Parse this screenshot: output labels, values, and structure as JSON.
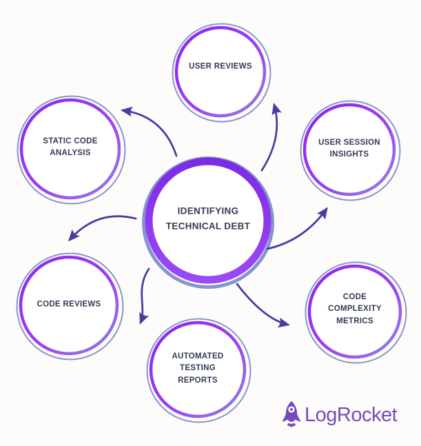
{
  "title": "Identifying Technical Debt diagram",
  "background": "#FDFCFA",
  "colors": {
    "accent_purple": "#8B2FF0",
    "ring_periwinkle": "#8D86E2",
    "ring_slate": "#8494CF",
    "arrow_indigo": "#4B3C9F",
    "label_text": "#333A55",
    "logo_purple": "#764ABC",
    "circle_fill": "#FFFFFF"
  },
  "center": {
    "id": "identifying-technical-debt",
    "label": "IDENTIFYING TECHNICAL DEBT"
  },
  "nodes": [
    {
      "id": "user-reviews",
      "label": "USER REVIEWS"
    },
    {
      "id": "user-session-insights",
      "label": "USER SESSION INSIGHTS"
    },
    {
      "id": "code-complexity-metrics",
      "label": "CODE COMPLEXITY METRICS"
    },
    {
      "id": "automated-testing-reports",
      "label": "AUTOMATED TESTING REPORTS"
    },
    {
      "id": "code-reviews",
      "label": "CODE REVIEWS"
    },
    {
      "id": "static-code-analysis",
      "label": "STATIC CODE ANALYSIS"
    }
  ],
  "edges": [
    {
      "from": "identifying-technical-debt",
      "to": "static-code-analysis"
    },
    {
      "from": "identifying-technical-debt",
      "to": "user-reviews"
    },
    {
      "from": "identifying-technical-debt",
      "to": "user-session-insights"
    },
    {
      "from": "identifying-technical-debt",
      "to": "code-complexity-metrics"
    },
    {
      "from": "identifying-technical-debt",
      "to": "automated-testing-reports"
    },
    {
      "from": "identifying-technical-debt",
      "to": "code-reviews"
    }
  ],
  "logo": {
    "text": "LogRocket",
    "icon": "rocket-icon"
  }
}
